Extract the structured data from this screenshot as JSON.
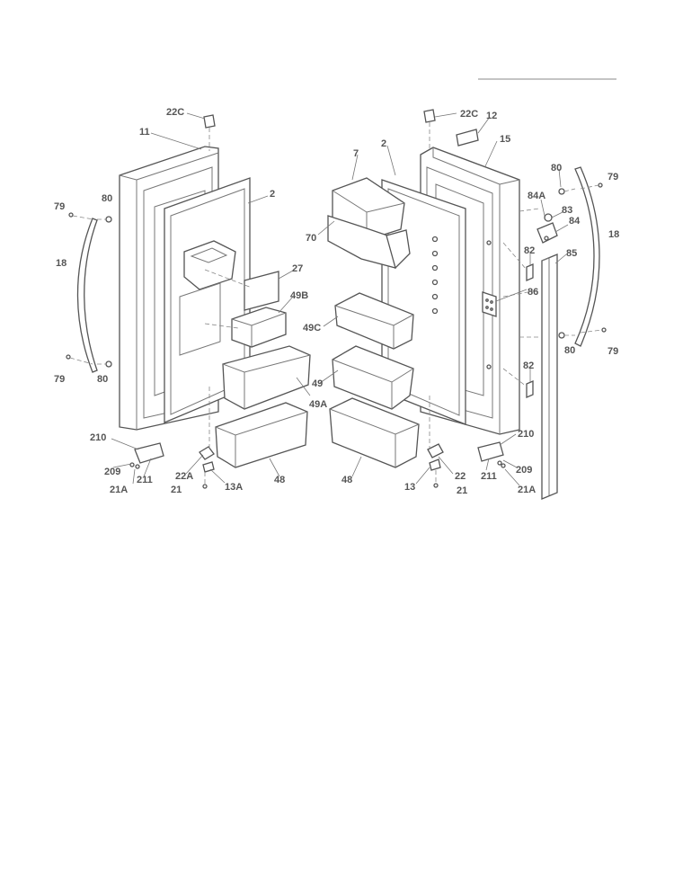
{
  "diagram": {
    "labels": {
      "22C_left": "22C",
      "11": "11",
      "2_left": "2",
      "79_top_left": "79",
      "80_top_left": "80",
      "18_left": "18",
      "79_bottom_left": "79",
      "80_bottom_left": "80",
      "27": "27",
      "49B": "49B",
      "49A": "49A",
      "210_left": "210",
      "209_left": "209",
      "211_left": "211",
      "21A_left": "21A",
      "22A": "22A",
      "21_left": "21",
      "13A": "13A",
      "48_left": "48",
      "22C_right": "22C",
      "12": "12",
      "15": "15",
      "2_right": "2",
      "7": "7",
      "70": "70",
      "80_top_right": "80",
      "79_top_right": "79",
      "84A": "84A",
      "83": "83",
      "84": "84",
      "18_right": "18",
      "82_top": "82",
      "85": "85",
      "86": "86",
      "49C": "49C",
      "49": "49",
      "80_bottom_right": "80",
      "79_bottom_right": "79",
      "82_bottom": "82",
      "210_right": "210",
      "211_right": "211",
      "209_right": "209",
      "21A_right": "21A",
      "22": "22",
      "13": "13",
      "21_right": "21",
      "48_right": "48"
    }
  }
}
